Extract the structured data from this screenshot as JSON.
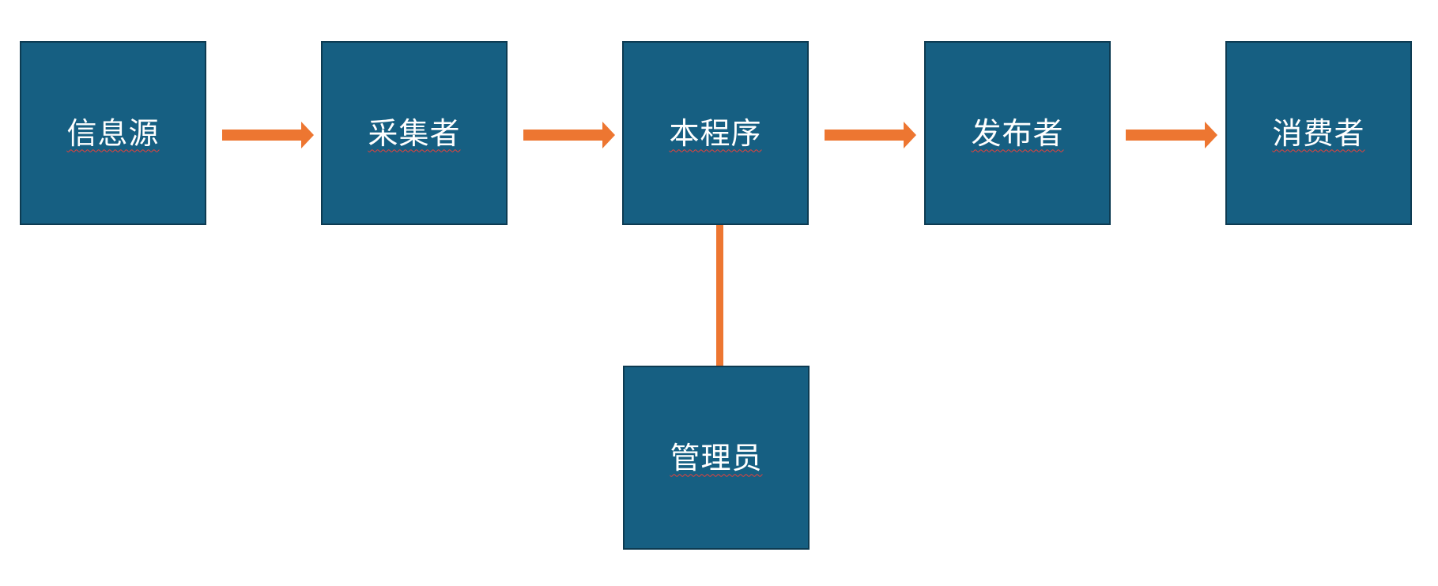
{
  "colors": {
    "node_fill": "#165f82",
    "node_border": "#0d3b52",
    "connector": "#ed7631",
    "label_text": "#ffffff",
    "spellcheck_underline": "#e8413a"
  },
  "nodes": {
    "source": "信息源",
    "collector": "采集者",
    "program": "本程序",
    "publisher": "发布者",
    "consumer": "消费者",
    "admin": "管理员"
  },
  "edges": [
    {
      "from": "信息源",
      "to": "采集者",
      "style": "arrow"
    },
    {
      "from": "采集者",
      "to": "本程序",
      "style": "arrow"
    },
    {
      "from": "本程序",
      "to": "发布者",
      "style": "arrow"
    },
    {
      "from": "发布者",
      "to": "消费者",
      "style": "arrow"
    },
    {
      "from": "本程序",
      "to": "管理员",
      "style": "line"
    }
  ]
}
